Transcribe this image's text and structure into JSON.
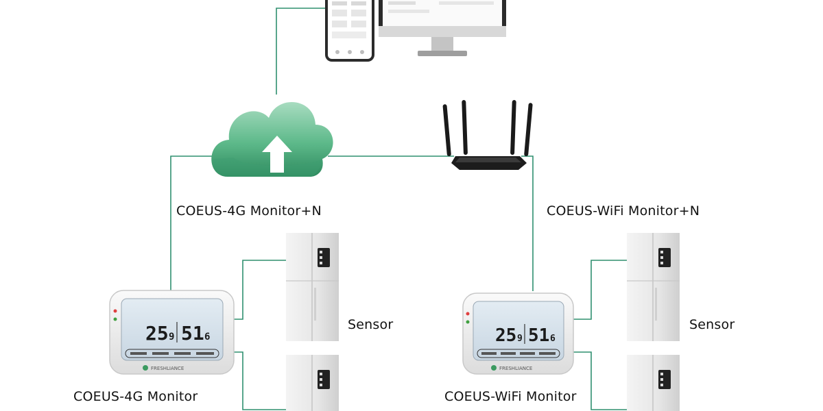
{
  "labels": {
    "monitor_4g_hub": "COEUS-4G Monitor+N",
    "monitor_wifi_hub": "COEUS-WiFi Monitor+N",
    "sensor_left": "Sensor",
    "sensor_right": "Sensor",
    "monitor_4g": "COEUS-4G Monitor",
    "monitor_wifi": "COEUS-WiFi Monitor"
  },
  "monitor_display": {
    "temperature": "25",
    "temperature_decimal": "9",
    "humidity": "51",
    "humidity_decimal": "6",
    "brand": "FRESHLIANCE"
  },
  "colors": {
    "connector": "#2f8f6f",
    "cloud_light": "#a8dcc0",
    "cloud_mid": "#5db98a",
    "cloud_dark": "#2e8a5e",
    "appliance": "#e9e9e9"
  }
}
